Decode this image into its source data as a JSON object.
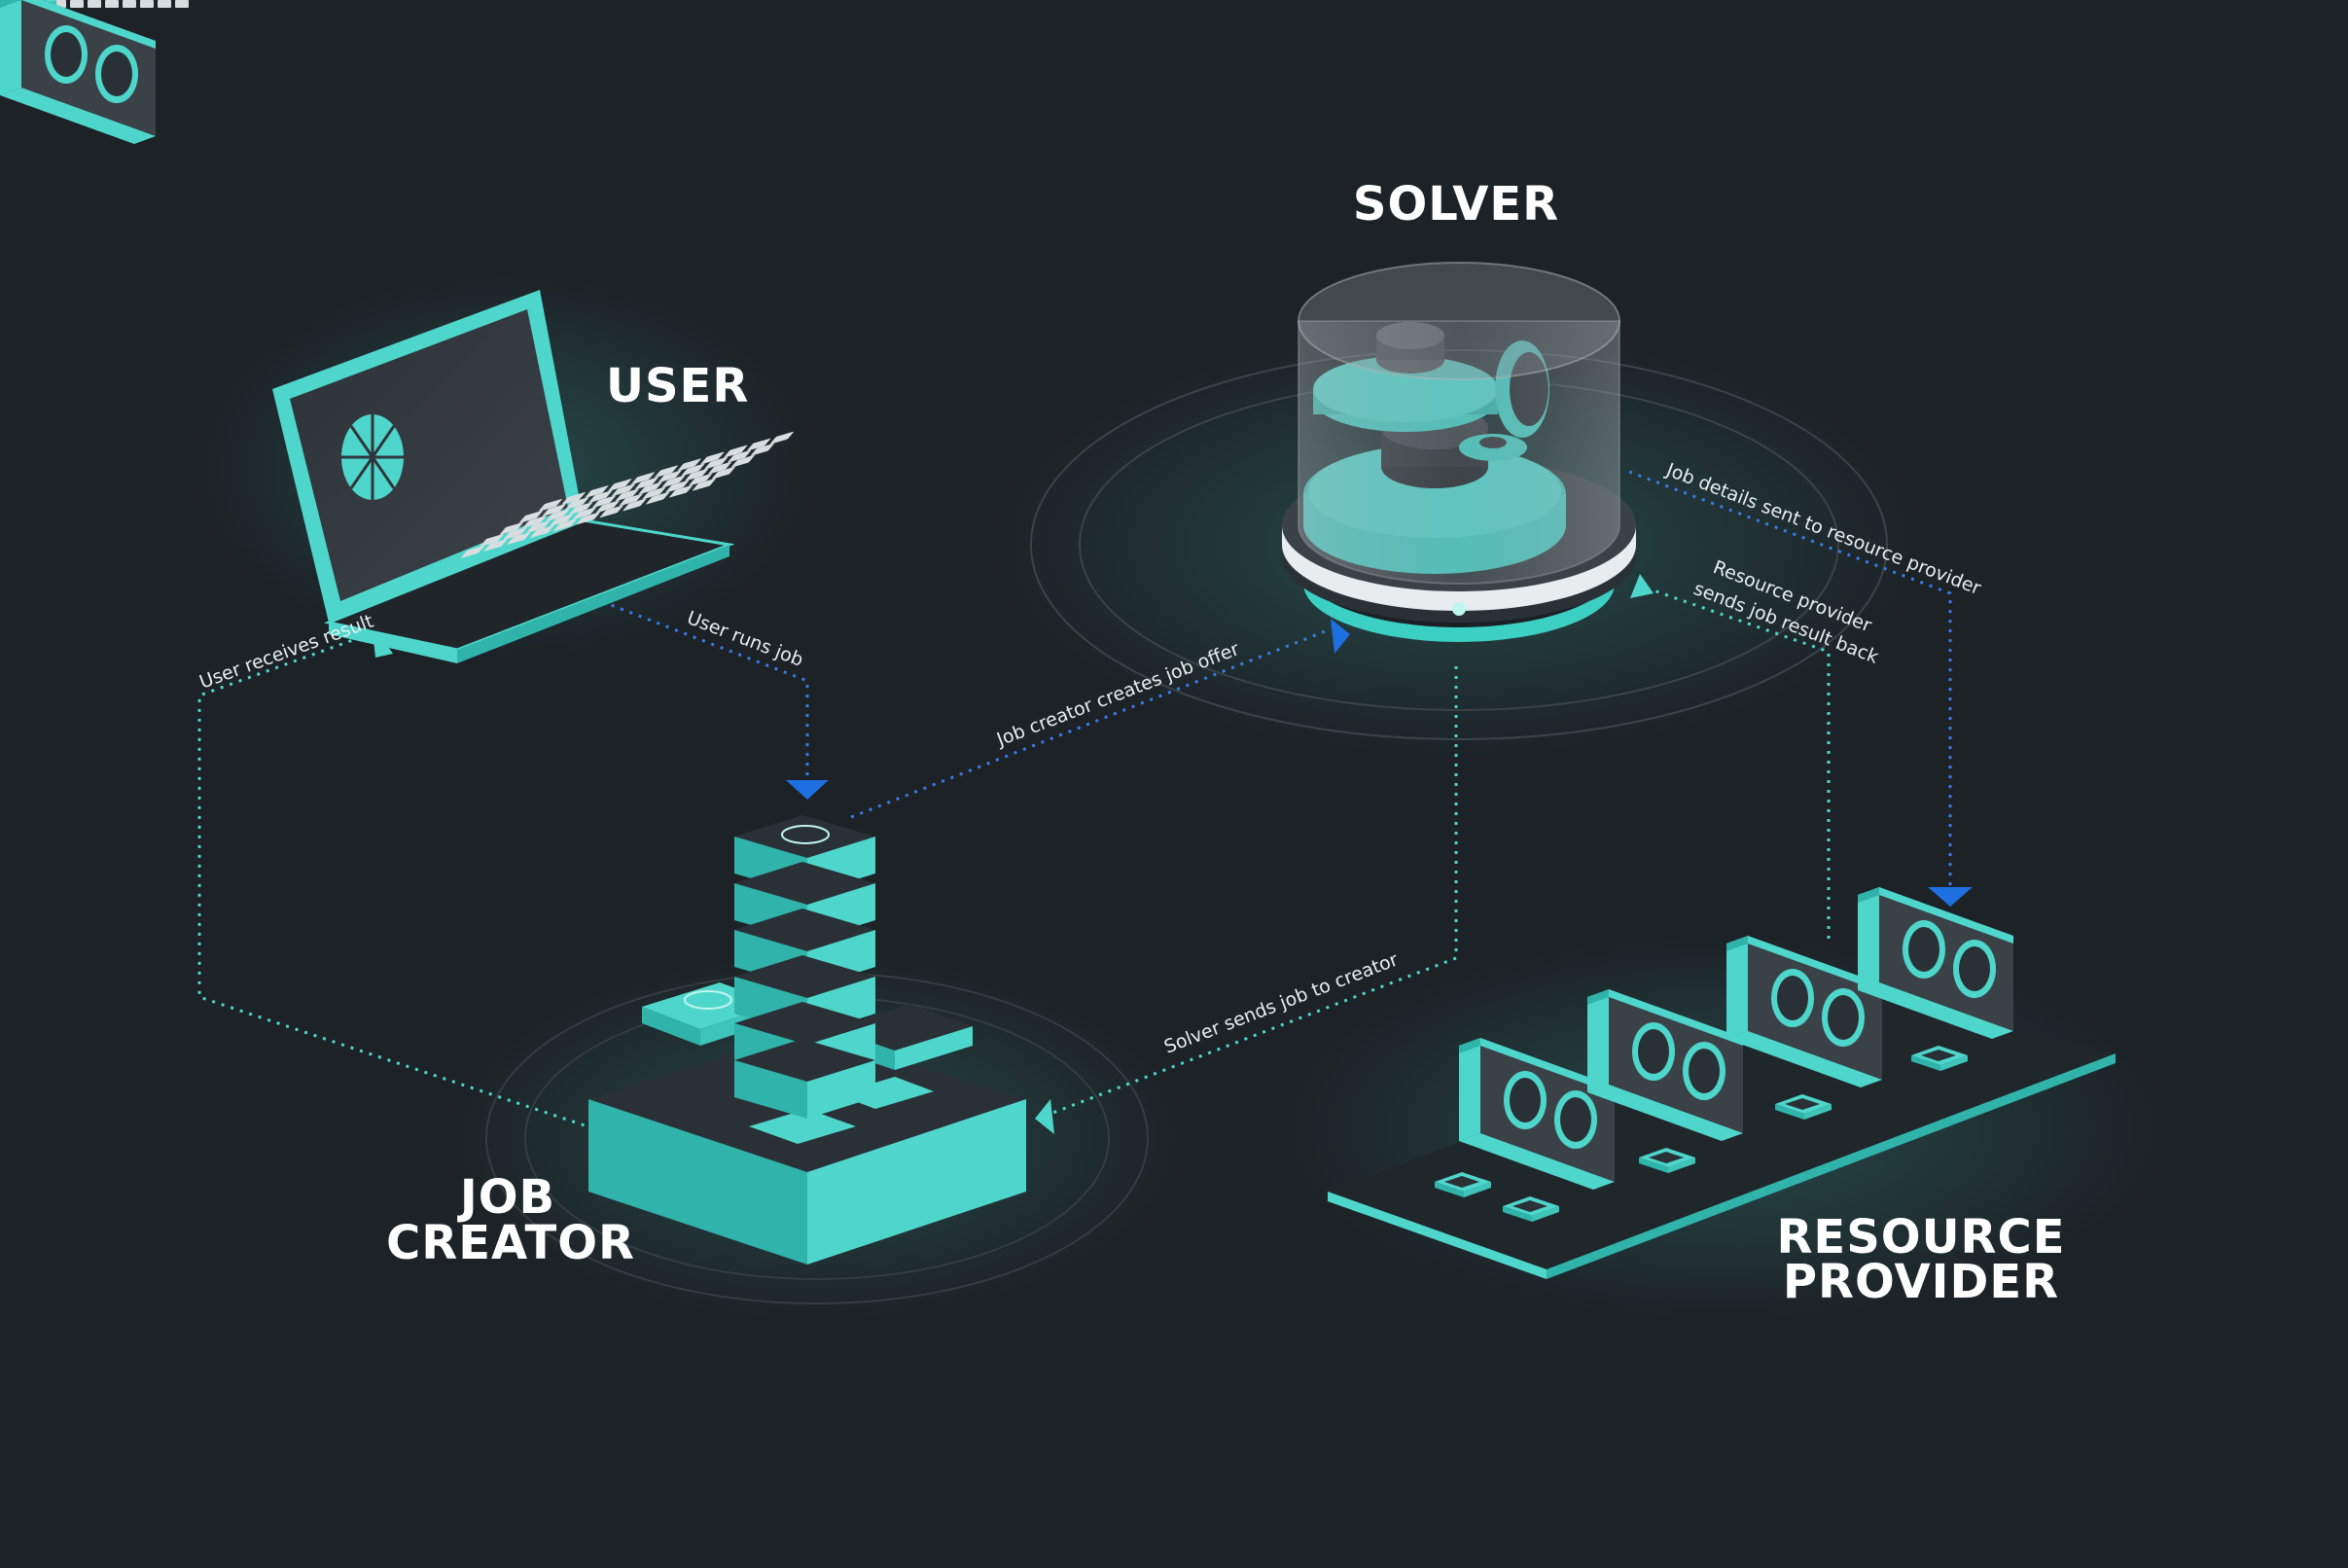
{
  "nodes": {
    "user": {
      "label": "USER"
    },
    "solver": {
      "label": "SOLVER"
    },
    "job_creator": {
      "label_line1": "JOB",
      "label_line2": "CREATOR"
    },
    "resource_provider": {
      "label_line1": "RESOURCE",
      "label_line2": "PROVIDER"
    }
  },
  "flows": {
    "user_runs_job": "User runs job",
    "user_receives_result": "User receives result",
    "job_creator_creates_offer": "Job creator creates job offer",
    "job_details_sent": "Job details sent to resource provider",
    "rp_sends_result_line1": "Resource provider",
    "rp_sends_result_line2": "sends job result back",
    "solver_sends_job": "Solver sends job to creator"
  },
  "colors": {
    "background": "#1c2226",
    "teal": "#4fd6cc",
    "teal_dark": "#1f6f6c",
    "arrow_blue": "#1e6fe0",
    "dark_block": "#262d32"
  }
}
